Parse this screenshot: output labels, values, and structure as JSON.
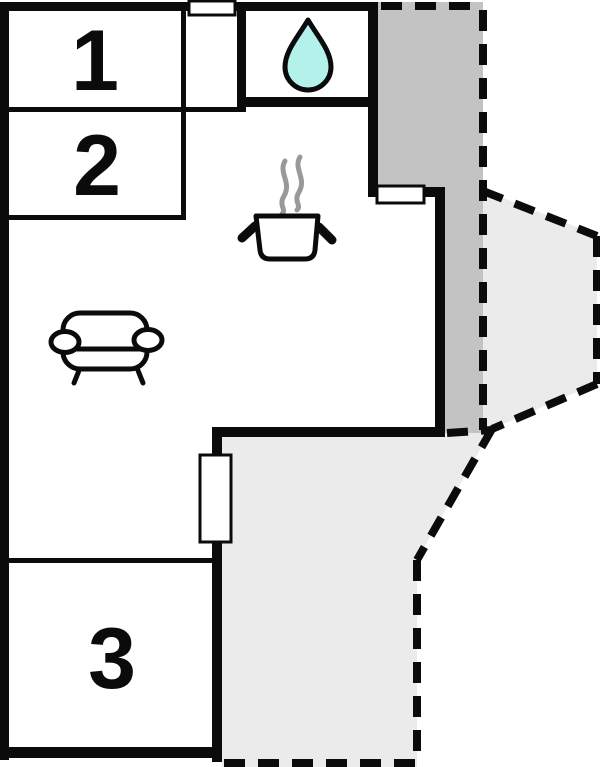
{
  "floorplan": {
    "title": "apartment-floor-plan",
    "rooms": [
      {
        "label": "1"
      },
      {
        "label": "2"
      },
      {
        "label": "3"
      }
    ],
    "features": {
      "bathroom_icon": "water-drop",
      "kitchen_icon": "steaming-pot",
      "living_icon": "sofa",
      "terrace_covered": "dark-gray-dashed-area",
      "terrace_open": "light-gray-dashed-area"
    },
    "colors": {
      "wall": "#0b0b0b",
      "terrace_dark": "#c3c3c3",
      "terrace_light": "#ebebeb",
      "drop_fill": "#b3f1ea",
      "steam": "#999999",
      "window_fill": "#ffffff",
      "background": "#ffffff"
    }
  }
}
